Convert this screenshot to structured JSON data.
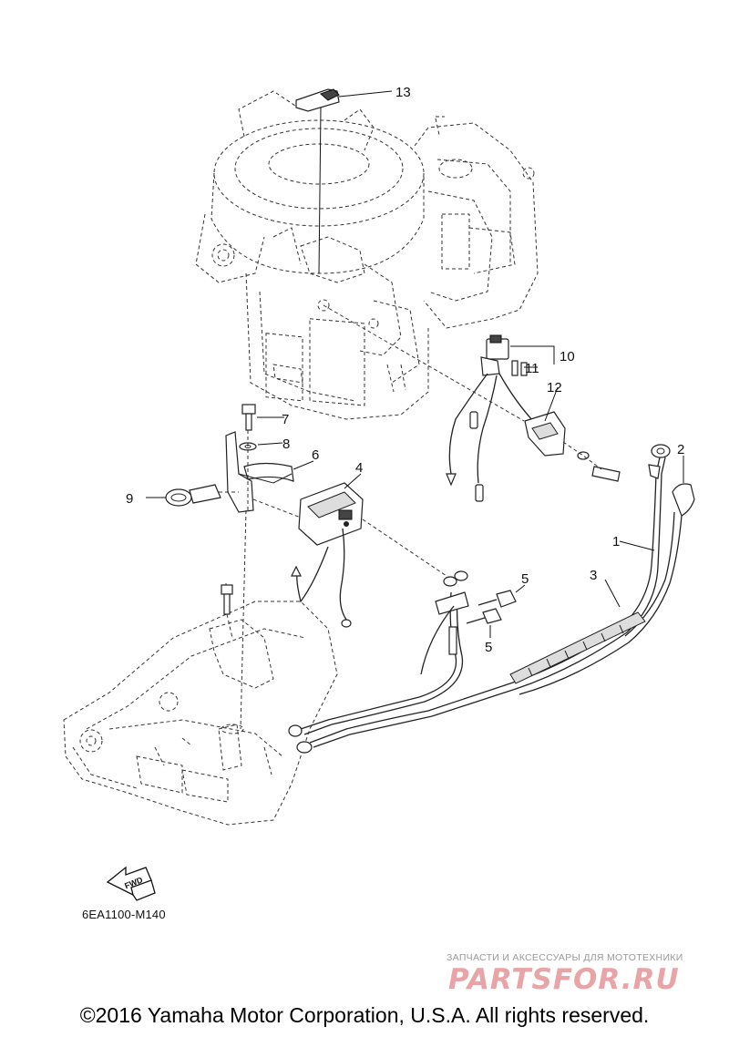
{
  "callouts": {
    "c1": "1",
    "c2": "2",
    "c3": "3",
    "c4": "4",
    "c5a": "5",
    "c5b": "5",
    "c6": "6",
    "c7": "7",
    "c8": "8",
    "c9": "9",
    "c10": "10",
    "c11": "11",
    "c12": "12",
    "c13": "13"
  },
  "fwd_label": "FWD",
  "diagram_code": "6EA1100-M140",
  "watermark": {
    "tagline": "ЗАПЧАСТИ И АКСЕССУАРЫ ДЛЯ МОТОТЕХНИКИ",
    "logo": "PARTSFOR.RU",
    "logo_color": "#e8a4a6"
  },
  "copyright": "©2016 Yamaha Motor Corporation, U.S.A. All rights reserved."
}
